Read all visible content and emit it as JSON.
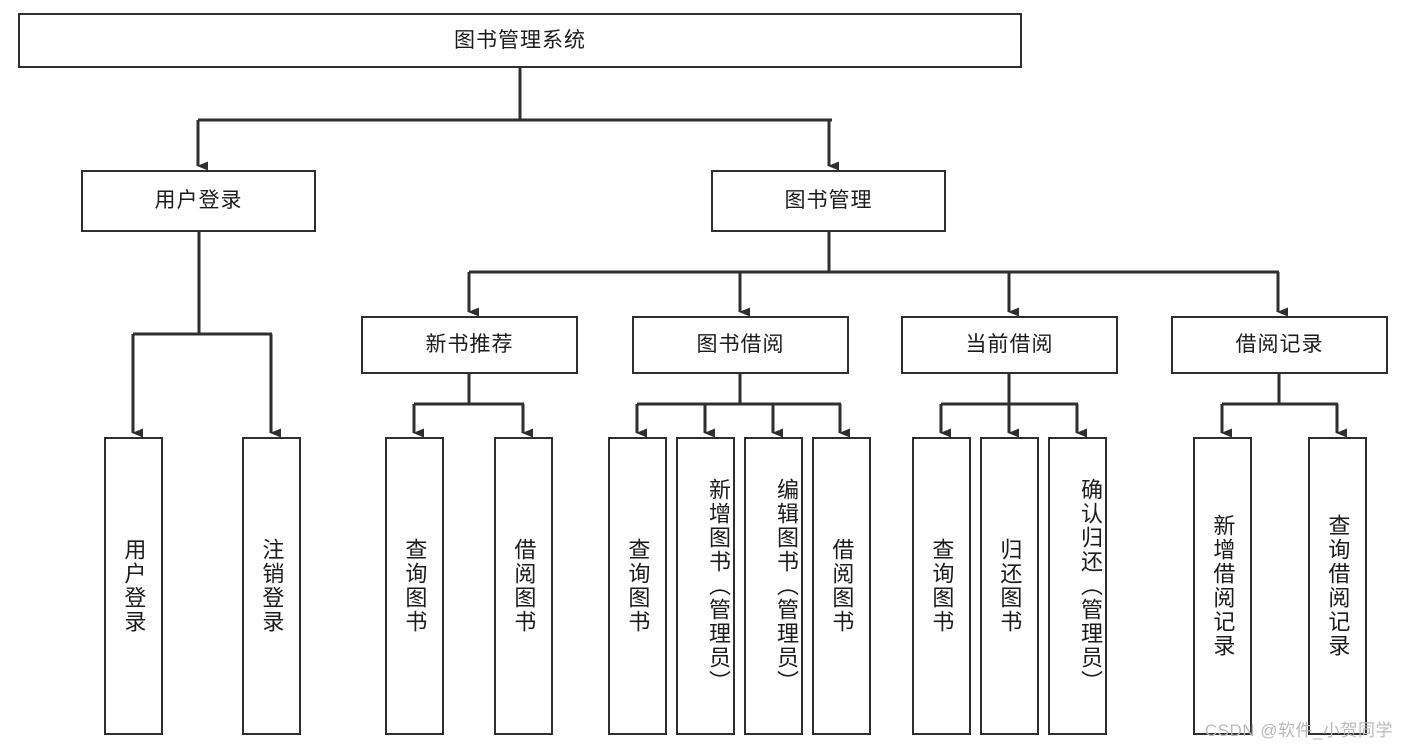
{
  "diagram": {
    "title": "图书管理系统",
    "type": "hierarchy-tree",
    "watermark": "CSDN @软件_小贺同学",
    "colors": {
      "stroke": "#2f2f2f",
      "fill": "#ffffff",
      "text": "#1b1b1b",
      "watermark": "#b9b9b9"
    },
    "nodes": {
      "root": {
        "label": "图书管理系统"
      },
      "level1": [
        {
          "id": "user-login",
          "label": "用户登录"
        },
        {
          "id": "book-management",
          "label": "图书管理"
        }
      ],
      "level2": [
        {
          "id": "new-book-recommend",
          "label": "新书推荐"
        },
        {
          "id": "book-borrow",
          "label": "图书借阅"
        },
        {
          "id": "current-borrow",
          "label": "当前借阅"
        },
        {
          "id": "borrow-record",
          "label": "借阅记录"
        }
      ],
      "leaves": {
        "user-login": [
          {
            "id": "leaf-user-login",
            "label": "用户登录"
          },
          {
            "id": "leaf-user-logout",
            "label": "注销登录"
          }
        ],
        "new-book-recommend": [
          {
            "id": "leaf-query-book-1",
            "label": "查询图书"
          },
          {
            "id": "leaf-borrow-book-1",
            "label": "借阅图书"
          }
        ],
        "book-borrow": [
          {
            "id": "leaf-query-book-2",
            "label": "查询图书"
          },
          {
            "id": "leaf-add-book",
            "label": "新增图书（管理员）"
          },
          {
            "id": "leaf-edit-book",
            "label": "编辑图书（管理员）"
          },
          {
            "id": "leaf-borrow-book-2",
            "label": "借阅图书"
          }
        ],
        "current-borrow": [
          {
            "id": "leaf-query-book-3",
            "label": "查询图书"
          },
          {
            "id": "leaf-return-book",
            "label": "归还图书"
          },
          {
            "id": "leaf-confirm-return",
            "label": "确认归还（管理员）"
          }
        ],
        "borrow-record": [
          {
            "id": "leaf-add-record",
            "label": "新增借阅记录"
          },
          {
            "id": "leaf-query-record",
            "label": "查询借阅记录"
          }
        ]
      }
    }
  }
}
